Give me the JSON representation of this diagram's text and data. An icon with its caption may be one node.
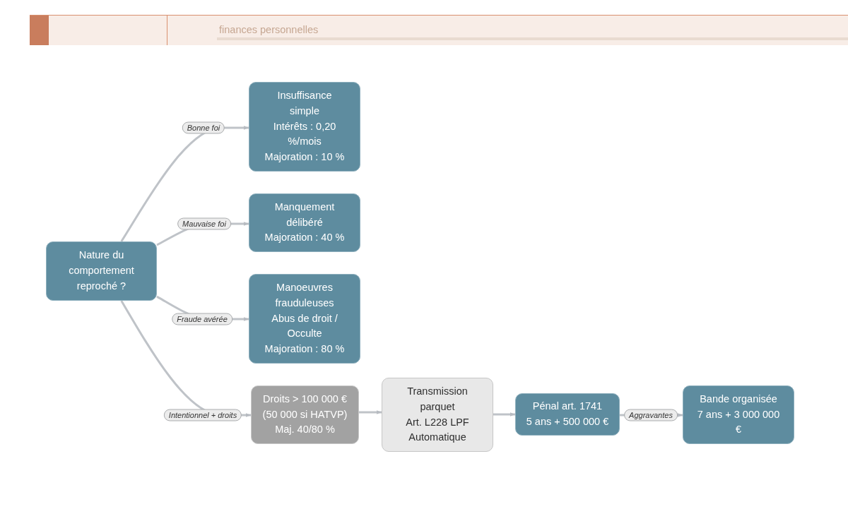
{
  "diagram": {
    "nodes": [
      {
        "text": [
          "Nature du comportement reproché ?"
        ]
      },
      {
        "text": [
          "Insuffisance simple",
          "Intérêts : 0,20 %/mois",
          "Majoration : 10 %"
        ]
      },
      {
        "text": [
          "Manquement délibéré",
          "Majoration : 40 %"
        ]
      },
      {
        "text": [
          "Manoeuvres frauduleuses",
          "Abus de droit / Occulte",
          "Majoration : 80 %"
        ]
      },
      {
        "text": [
          "Droits > 100 000 €",
          "(50 000 si HATVP)",
          "Maj. 40/80 %"
        ]
      },
      {
        "text": [
          "Transmission parquet",
          "Art. L228 LPF",
          "Automatique"
        ]
      },
      {
        "text": [
          "Pénal art. 1741",
          "5 ans + 500 000 €"
        ]
      },
      {
        "text": [
          "Bande organisée",
          "7 ans + 3 000 000 €"
        ]
      }
    ],
    "edges": [
      {
        "from": 0,
        "to": 1,
        "arrow": "to",
        "label": "Bonne foi"
      },
      {
        "from": 0,
        "to": 2,
        "arrow": "to",
        "label": "Mauvaise foi"
      },
      {
        "from": 0,
        "to": 3,
        "arrow": "to",
        "label": "Fraude avérée"
      },
      {
        "from": 0,
        "to": 4,
        "arrow": "to",
        "label": "Intentionnel + droits"
      },
      {
        "from": 4,
        "to": 5,
        "arrow": "to"
      },
      {
        "from": 5,
        "to": 6,
        "arrow": "to"
      },
      {
        "from": 6,
        "to": 7,
        "arrow": "to",
        "label": "Aggravantes"
      }
    ],
    "labels": [
      "finances personnelles"
    ]
  }
}
